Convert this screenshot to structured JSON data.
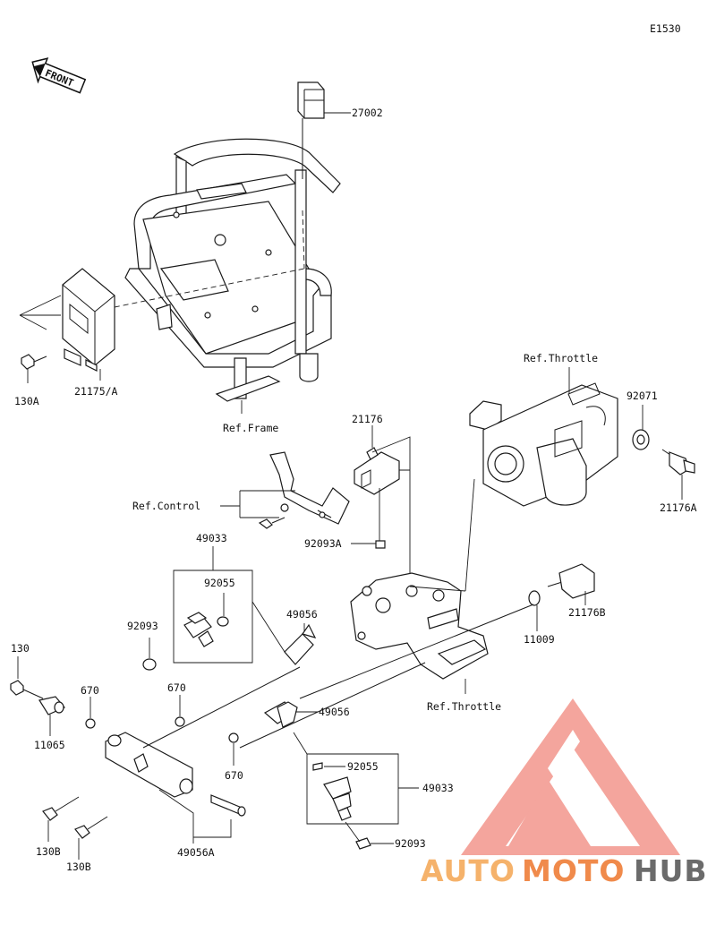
{
  "diagram_code": "E1530",
  "front_label": "FRONT",
  "labels": {
    "l27002": "27002",
    "l130A": "130A",
    "l21175A": "21175/A",
    "lRefFrame": "Ref.Frame",
    "l21176": "21176",
    "lRefControl": "Ref.Control",
    "l92093A": "92093A",
    "lRefThrottleTop": "Ref.Throttle",
    "l92071": "92071",
    "l21176A": "21176A",
    "l49033a": "49033",
    "l92055a": "92055",
    "l92093a": "92093",
    "l49056a": "49056",
    "l21176B": "21176B",
    "l11009": "11009",
    "l130": "130",
    "l670a": "670",
    "l670b": "670",
    "l11065": "11065",
    "lRefThrottleBottom": "Ref.Throttle",
    "l49056b": "49056",
    "l670c": "670",
    "l92055b": "92055",
    "l49033b": "49033",
    "l130Ba": "130B",
    "l130Bb": "130B",
    "l49056A": "49056A",
    "l92093b": "92093"
  },
  "watermark": {
    "part1": "AUTO",
    "part2": "MOTO",
    "part3": "HUB",
    "color_light": "#f5b26b",
    "color_mid": "#f08a4b",
    "color_dark": "#6b6b6b",
    "logo_color": "#f0867a"
  }
}
